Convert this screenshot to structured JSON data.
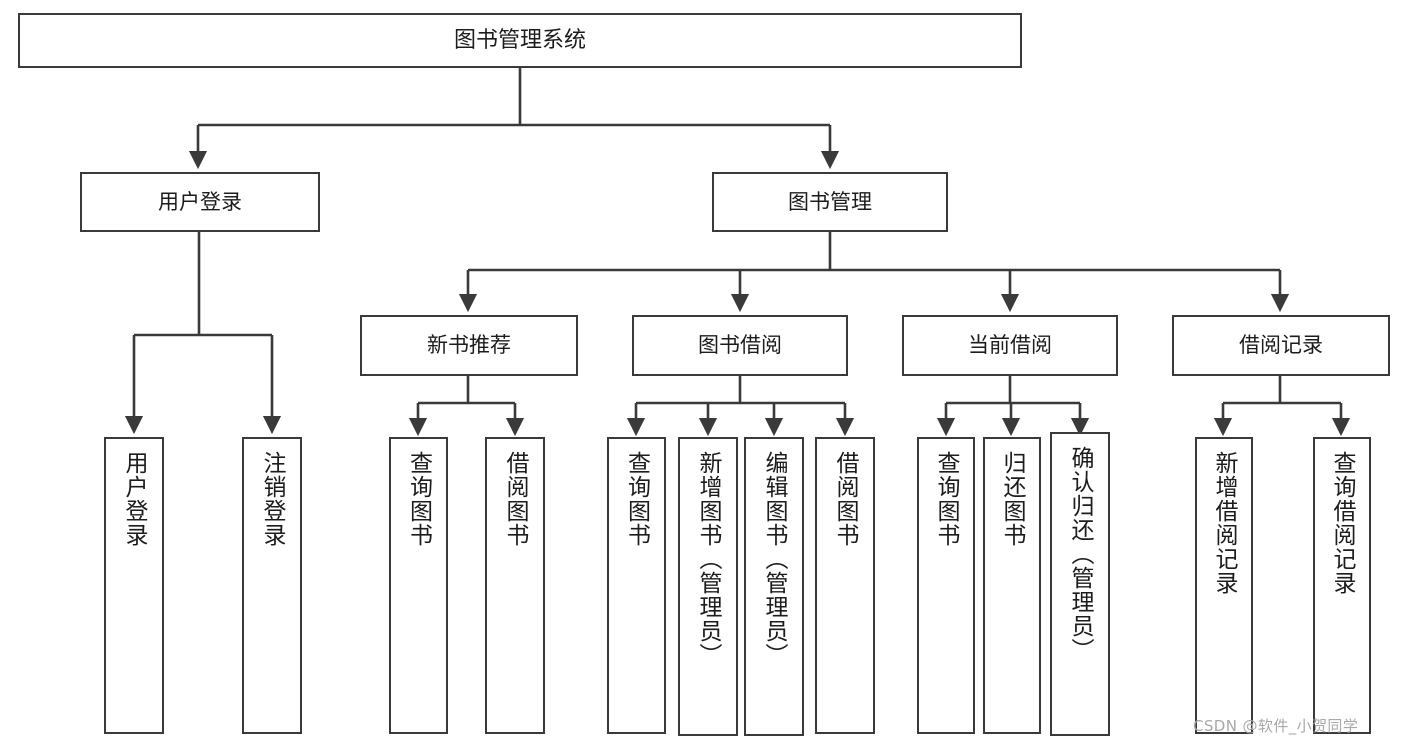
{
  "diagram": {
    "type": "tree-hierarchy",
    "title": "图书管理系统",
    "root": {
      "label": "图书管理系统"
    },
    "level2": [
      {
        "label": "用户登录"
      },
      {
        "label": "图书管理"
      }
    ],
    "level3": [
      {
        "label": "新书推荐"
      },
      {
        "label": "图书借阅"
      },
      {
        "label": "当前借阅"
      },
      {
        "label": "借阅记录"
      }
    ],
    "leaves": {
      "user_login": [
        {
          "label": "用户登录"
        },
        {
          "label": "注销登录"
        }
      ],
      "new_book_recommend": [
        {
          "label": "查询图书"
        },
        {
          "label": "借阅图书"
        }
      ],
      "book_borrow": [
        {
          "label": "查询图书"
        },
        {
          "label": "新增图书（管理员）"
        },
        {
          "label": "编辑图书（管理员）"
        },
        {
          "label": "借阅图书"
        }
      ],
      "current_borrow": [
        {
          "label": "查询图书"
        },
        {
          "label": "归还图书"
        },
        {
          "label": "确认归还（管理员）"
        }
      ],
      "borrow_records": [
        {
          "label": "新增借阅记录"
        },
        {
          "label": "查询借阅记录"
        }
      ]
    }
  },
  "watermark": {
    "text": "CSDN @软件_小贺同学"
  },
  "colors": {
    "stroke": "#3a3a3a",
    "text": "#1c1c1c",
    "background": "#ffffff",
    "watermark": "#a8a8a8"
  }
}
